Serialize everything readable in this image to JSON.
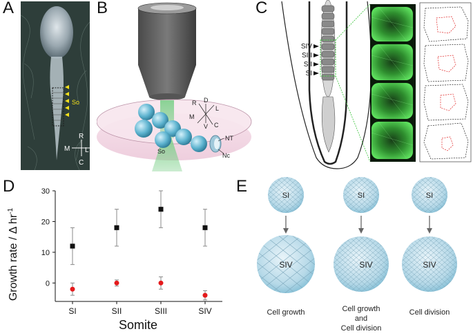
{
  "panels": {
    "A": {
      "letter": "A",
      "somite_label": "So",
      "axis_labels": {
        "rostral": "R",
        "caudal": "C",
        "medial": "M",
        "lateral": "L"
      }
    },
    "B": {
      "letter": "B",
      "axis_labels": {
        "rostral": "R",
        "dorsal": "D",
        "lateral": "L",
        "medial": "M",
        "ventral": "V",
        "caudal": "C"
      },
      "structure_labels": {
        "neural_tube": "NT",
        "notochord": "Nc",
        "somite": "So"
      }
    },
    "C": {
      "letter": "C",
      "somite_labels": [
        "SIV",
        "SIII",
        "SII",
        "SI"
      ]
    },
    "D": {
      "letter": "D"
    },
    "E": {
      "letter": "E",
      "top_label": "SI",
      "bottom_label": "SIV",
      "captions": [
        "Cell growth",
        "Cell growth\nand\nCell division",
        "Cell division"
      ]
    }
  },
  "chart_data": {
    "type": "scatter",
    "categories": [
      "SI",
      "SII",
      "SIII",
      "SIV"
    ],
    "xlabel": "Somite",
    "ylabel": "Growth rate / Δ hr",
    "ylabel_superscript": "-1",
    "ylim": [
      -6,
      30
    ],
    "yticks": [
      0,
      10,
      20,
      30
    ],
    "grid": false,
    "series": [
      {
        "color": "#111111",
        "marker": "square",
        "values": [
          12,
          18,
          24,
          18
        ],
        "err_low": [
          6,
          12,
          18,
          12
        ],
        "err_high": [
          18,
          24,
          30,
          24
        ]
      },
      {
        "color": "#e41a1c",
        "marker": "circle",
        "values": [
          -2,
          0,
          0,
          -4
        ],
        "err_low": [
          -4,
          -1,
          -2,
          -5.5
        ],
        "err_high": [
          0,
          1,
          2,
          -2.5
        ]
      }
    ]
  }
}
